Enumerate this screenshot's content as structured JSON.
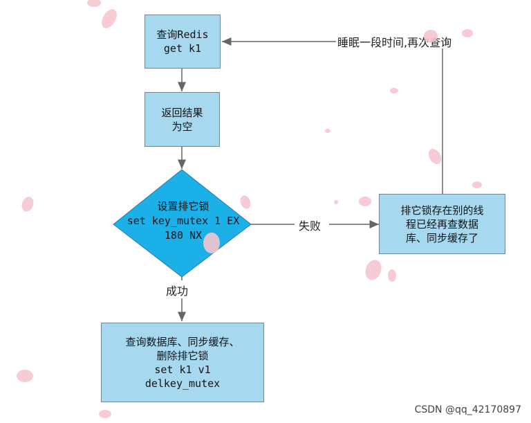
{
  "nodes": {
    "query_redis": {
      "lines": [
        "查询Redis",
        "get k1"
      ]
    },
    "result_empty": {
      "lines": [
        "返回结果",
        "为空"
      ]
    },
    "set_lock": {
      "lines": [
        "设置排它锁",
        "set key_mutex 1 EX",
        "180 NX"
      ]
    },
    "lock_held": {
      "lines": [
        "排它锁存在别的线",
        "程已经再查数据",
        "库、同步缓存了"
      ]
    },
    "query_db": {
      "lines": [
        "查询数据库、同步缓存、",
        "删除排它锁",
        "set k1 v1",
        "delkey_mutex"
      ]
    }
  },
  "edges": {
    "fail_label": "失败",
    "success_label": "成功",
    "sleep_label": "睡眠一段时间,再次查询"
  },
  "watermark": "CSDN @qq_42170897",
  "colors": {
    "box_fill": "#a6d9ef",
    "diamond_fill": "#1bb0e8",
    "petal": "#f7c6cf"
  }
}
